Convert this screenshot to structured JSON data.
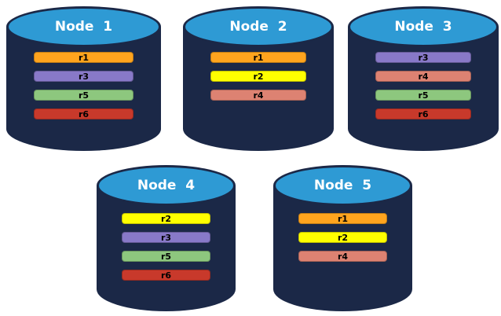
{
  "canvas": {
    "background": "#FFFFFF"
  },
  "colors": {
    "cylinder_body": "#1B2847",
    "cylinder_top": "#2E9AD4",
    "node_label_text": "#FFFFFF",
    "replica_label_text": "#000000",
    "replicas": {
      "r1": "#FFA41E",
      "r2": "#FFFF00",
      "r3": "#8879C8",
      "r4": "#DD8272",
      "r5": "#8DC77E",
      "r6": "#C8392B"
    }
  },
  "nodes": [
    {
      "label": "Node  1",
      "replicas": [
        "r1",
        "r3",
        "r5",
        "r6"
      ]
    },
    {
      "label": "Node  2",
      "replicas": [
        "r1",
        "r2",
        "r4"
      ]
    },
    {
      "label": "Node  3",
      "replicas": [
        "r3",
        "r4",
        "r5",
        "r6"
      ]
    },
    {
      "label": "Node  4",
      "replicas": [
        "r2",
        "r3",
        "r5",
        "r6"
      ]
    },
    {
      "label": "Node  5",
      "replicas": [
        "r1",
        "r2",
        "r4"
      ]
    }
  ]
}
